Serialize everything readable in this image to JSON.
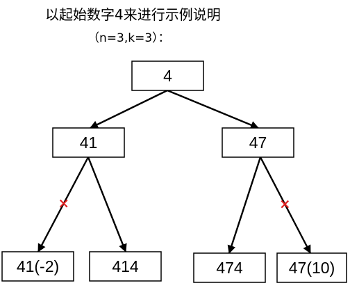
{
  "header": {
    "title": "以起始数字4来进行示例说明",
    "subtitle": "（n=3,k=3）："
  },
  "colors": {
    "line": "#000000",
    "cross_mark": "#e02020"
  },
  "tree": {
    "nodes": [
      {
        "id": "root",
        "label": "4"
      },
      {
        "id": "n41",
        "label": "41"
      },
      {
        "id": "n47",
        "label": "47"
      },
      {
        "id": "n41m2",
        "label": "41(-2)"
      },
      {
        "id": "n414",
        "label": "414"
      },
      {
        "id": "n474",
        "label": "474"
      },
      {
        "id": "n4710",
        "label": "47(10)"
      }
    ],
    "edges": [
      {
        "from": "root",
        "to": "n41",
        "pruned": false
      },
      {
        "from": "root",
        "to": "n47",
        "pruned": false
      },
      {
        "from": "n41",
        "to": "n41m2",
        "pruned": true
      },
      {
        "from": "n41",
        "to": "n414",
        "pruned": false
      },
      {
        "from": "n47",
        "to": "n474",
        "pruned": false
      },
      {
        "from": "n47",
        "to": "n4710",
        "pruned": true
      }
    ]
  }
}
